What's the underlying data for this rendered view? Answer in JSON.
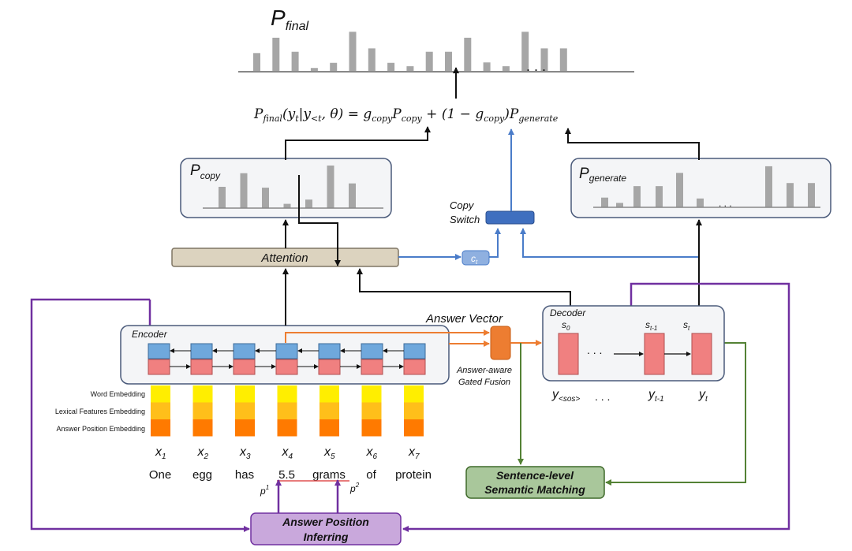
{
  "p_final": {
    "label_base": "P",
    "label_sub": "final",
    "bars": [
      0.42,
      0.78,
      0.45,
      0.07,
      0.19,
      0.92,
      0.53,
      0.19,
      0.11,
      0.45,
      0.45,
      0.78,
      0.2,
      0.11,
      0.92,
      0.53,
      0.53
    ],
    "ellipsis": ". . ."
  },
  "formula": {
    "lhs": "P",
    "lhs_sub": "final",
    "args_open": "(y",
    "args_t": "t",
    "args_bar": "|y",
    "args_lt": "<t",
    "args_close": ", θ) = g",
    "g_sub": "copy",
    "term1": "P",
    "term1_sub": "copy",
    "plus": " + (1 − g",
    "g2_sub": "copy",
    "close": ")P",
    "term2_sub": "generate"
  },
  "p_copy": {
    "label_base": "P",
    "label_sub": "copy",
    "bars": [
      0.5,
      0.82,
      0.48,
      0.1,
      0.2,
      1.0,
      0.58
    ]
  },
  "p_generate": {
    "label_base": "P",
    "label_sub": "generate",
    "bars": [
      0.22,
      0.1,
      0.48,
      0.48,
      0.78,
      0.2,
      0.93,
      0.55,
      0.55
    ],
    "ellipsis": ". . ."
  },
  "copy_switch": {
    "line1": "Copy",
    "line2": "Switch"
  },
  "attention": {
    "label": "Attention"
  },
  "context": {
    "label": "c",
    "sub": "t"
  },
  "encoder": {
    "label": "Encoder",
    "cells": 7
  },
  "answer_vector": {
    "label": "Answer Vector"
  },
  "gated_fusion": {
    "line1": "Answer-aware",
    "line2": "Gated Fusion"
  },
  "decoder": {
    "label": "Decoder",
    "s0": "s",
    "s0_sub": "0",
    "s_prev": "s",
    "s_prev_sub": "t-1",
    "s_t": "s",
    "s_t_sub": "t",
    "dots": ". . ."
  },
  "decoder_outputs": {
    "y_sos": "y",
    "y_sos_sub": "<sos>",
    "dots": ". . .",
    "y_prev": "y",
    "y_prev_sub": "t-1",
    "y_t": "y",
    "y_t_sub": "t"
  },
  "embedding_labels": [
    "Word Embedding",
    "Lexical Features Embedding",
    "Answer Position Embedding"
  ],
  "embedding_colors": [
    "#ffee00",
    "#ffbf1a",
    "#ff7a00"
  ],
  "inputs": [
    {
      "x": "x",
      "sub": "1",
      "word": "One"
    },
    {
      "x": "x",
      "sub": "2",
      "word": "egg"
    },
    {
      "x": "x",
      "sub": "3",
      "word": "has"
    },
    {
      "x": "x",
      "sub": "4",
      "word": "5.5"
    },
    {
      "x": "x",
      "sub": "5",
      "word": "grams"
    },
    {
      "x": "x",
      "sub": "6",
      "word": "of"
    },
    {
      "x": "x",
      "sub": "7",
      "word": "protein"
    }
  ],
  "p1": {
    "base": "p",
    "sup": "1"
  },
  "p2": {
    "base": "p",
    "sup": "2"
  },
  "sentence_matching": {
    "line1": "Sentence-level",
    "line2": "Semantic Matching"
  },
  "answer_position": {
    "line1": "Answer Position",
    "line2": "Inferring"
  },
  "colors": {
    "bar": "#a6a6a6",
    "panel_fill": "#f4f5f7",
    "panel_stroke": "#4a5a7a",
    "attention_fill": "#dcd3bf",
    "blue_line": "#4a7cc9",
    "orange_line": "#ed7d31",
    "green_line": "#548235",
    "purple_line": "#7030a0",
    "enc_top": "#6fa8dc",
    "enc_bottom": "#f08080",
    "decoder_cell": "#f08080",
    "fusion": "#ed7d31",
    "switch": "#3f6fbf",
    "ct_fill": "#8fb0e0",
    "matching_fill": "#a9c79b",
    "answer_pos_fill": "#c9a8dc"
  }
}
